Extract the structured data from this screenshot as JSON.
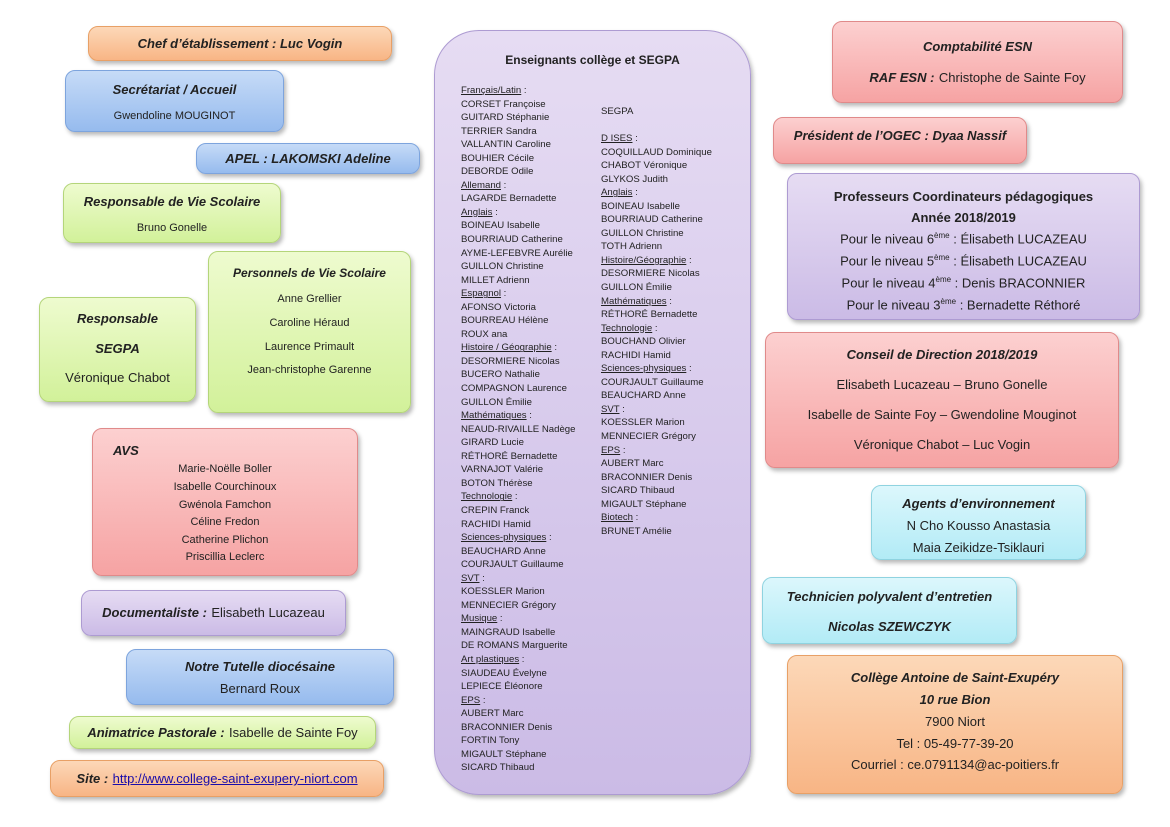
{
  "chef": {
    "label": "Chef d’établissement : Luc Vogin"
  },
  "secretariat": {
    "title": "Secrétariat / Accueil",
    "name": "Gwendoline MOUGINOT"
  },
  "apel": {
    "label": "APEL : LAKOMSKI Adeline"
  },
  "vie_scolaire": {
    "title": "Responsable de Vie Scolaire",
    "name": "Bruno Gonelle"
  },
  "personnels": {
    "title": "Personnels de Vie Scolaire",
    "names": [
      "Anne Grellier",
      "Caroline Héraud",
      "Laurence Primault",
      "Jean-christophe Garenne"
    ]
  },
  "segpa_resp": {
    "line1": "Responsable",
    "line2": "SEGPA",
    "name": "Véronique Chabot"
  },
  "avs": {
    "title": "AVS",
    "names": [
      "Marie-Noëlle Boller",
      "Isabelle Courchinoux",
      "Gwénola Famchon",
      "Céline Fredon",
      "Catherine Plichon",
      "Priscillia Leclerc"
    ]
  },
  "documentaliste": {
    "label": "Documentaliste :",
    "name": "Elisabeth Lucazeau"
  },
  "tutelle": {
    "title": "Notre Tutelle diocésaine",
    "name": "Bernard Roux"
  },
  "pastorale": {
    "label": "Animatrice Pastorale :",
    "name": "Isabelle de Sainte Foy"
  },
  "site": {
    "label": "Site :",
    "url": "http://www.college-saint-exupery-niort.com"
  },
  "enseignants": {
    "title": "Enseignants collège et SEGPA",
    "college": [
      {
        "subject": "Français/Latin",
        "names": [
          "CORSET Françoise",
          "GUITARD Stéphanie",
          "TERRIER Sandra",
          "VALLANTIN Caroline",
          "BOUHIER Cécile",
          "DEBORDE Odile"
        ]
      },
      {
        "subject": "Allemand",
        "names": [
          "LAGARDE Bernadette"
        ]
      },
      {
        "subject": "Anglais",
        "names": [
          "BOINEAU Isabelle",
          "BOURRIAUD Catherine",
          "AYME-LEFEBVRE Aurélie",
          "GUILLON Christine",
          "MILLET Adrienn"
        ]
      },
      {
        "subject": "Espagnol",
        "names": [
          "AFONSO Victoria",
          "BOURREAU Hélène",
          "ROUX ana"
        ]
      },
      {
        "subject": "Histoire / Géographie",
        "names": [
          "DESORMIERE Nicolas",
          "BUCERO Nathalie",
          "COMPAGNON Laurence",
          "GUILLON Émilie"
        ]
      },
      {
        "subject": "Mathématiques",
        "names": [
          "NEAUD-RIVAILLE Nadège",
          "GIRARD Lucie",
          "RÉTHORÉ Bernadette",
          "VARNAJOT Valérie",
          "BOTON Thérèse"
        ]
      },
      {
        "subject": "Technologie",
        "names": [
          "CREPIN Franck",
          "RACHIDI Hamid"
        ]
      },
      {
        "subject": "Sciences-physiques",
        "names": [
          "BEAUCHARD Anne",
          "COURJAULT Guillaume"
        ]
      },
      {
        "subject": "SVT",
        "names": [
          "KOESSLER Marion",
          "MENNECIER Grégory"
        ]
      },
      {
        "subject": "Musique",
        "names": [
          "MAINGRAUD Isabelle",
          "DE ROMANS Marguerite"
        ]
      },
      {
        "subject": "Art plastiques",
        "names": [
          "SIAUDEAU Évelyne",
          "LEPIECE Éléonore"
        ]
      },
      {
        "subject": "EPS",
        "names": [
          "AUBERT Marc",
          "BRACONNIER Denis",
          "FORTIN Tony",
          "MIGAULT Stéphane",
          "SICARD Thibaud"
        ]
      }
    ],
    "segpa_title": "SEGPA",
    "segpa": [
      {
        "subject": "D ISES",
        "names": [
          "COQUILLAUD Dominique",
          "CHABOT Véronique",
          "GLYKOS Judith"
        ]
      },
      {
        "subject": "Anglais",
        "names": [
          "BOINEAU Isabelle",
          "BOURRIAUD Catherine",
          "GUILLON Christine",
          "TOTH Adrienn"
        ]
      },
      {
        "subject": "Histoire/Géographie",
        "names": [
          "DESORMIERE Nicolas",
          "GUILLON Émilie"
        ]
      },
      {
        "subject": "Mathématiques",
        "names": [
          "RÉTHORÉ Bernadette"
        ]
      },
      {
        "subject": "Technologie",
        "names": [
          "BOUCHAND Olivier",
          "RACHIDI Hamid"
        ]
      },
      {
        "subject": "Sciences-physiques",
        "names": [
          "COURJAULT Guillaume",
          "BEAUCHARD Anne"
        ]
      },
      {
        "subject": "SVT",
        "names": [
          "KOESSLER Marion",
          "MENNECIER Grégory"
        ]
      },
      {
        "subject": "EPS",
        "names": [
          "AUBERT Marc",
          "BRACONNIER Denis",
          "SICARD Thibaud",
          "MIGAULT Stéphane"
        ]
      },
      {
        "subject": "Biotech",
        "names": [
          "BRUNET Amélie"
        ]
      }
    ]
  },
  "comptabilite": {
    "title": "Comptabilité ESN",
    "label": "RAF ESN :",
    "name": "Christophe de Sainte Foy"
  },
  "ogec": {
    "label": "Président de l’OGEC : Dyaa Nassif"
  },
  "coordinateurs": {
    "title": "Professeurs Coordinateurs pédagogiques",
    "year": "Année 2018/2019",
    "rows": [
      {
        "pre": "Pour le niveau 6",
        "sup": "ème",
        "post": " : Élisabeth LUCAZEAU"
      },
      {
        "pre": "Pour le niveau 5",
        "sup": "ème",
        "post": " : Élisabeth LUCAZEAU"
      },
      {
        "pre": "Pour le niveau 4",
        "sup": "ème",
        "post": " : Denis BRACONNIER"
      },
      {
        "pre": "Pour le niveau 3",
        "sup": "ème",
        "post": " : Bernadette Réthoré"
      }
    ]
  },
  "conseil": {
    "title": "Conseil de Direction 2018/2019",
    "rows": [
      "Elisabeth Lucazeau – Bruno Gonelle",
      "Isabelle de Sainte Foy – Gwendoline Mouginot",
      "Véronique Chabot – Luc Vogin"
    ]
  },
  "agents": {
    "title": "Agents d’environnement",
    "names": [
      "N Cho Kousso Anastasia",
      "Maia Zeikidze-Tsiklauri"
    ]
  },
  "technicien": {
    "title": "Technicien polyvalent d’entretien",
    "name": "Nicolas SZEWCZYK"
  },
  "college": {
    "name": "Collège Antoine de Saint-Exupéry",
    "street": "10 rue Bion",
    "city": "7900 Niort",
    "tel": "Tel : 05-49-77-39-20",
    "mail": "Courriel : ce.0791134@ac-poitiers.fr"
  },
  "colors": {
    "orange": "#f8b585",
    "blue": "#96bbee",
    "green": "#d2f19a",
    "red": "#f6a3a3",
    "purple": "#cbbbe6",
    "cyan": "#b2ebf6"
  }
}
